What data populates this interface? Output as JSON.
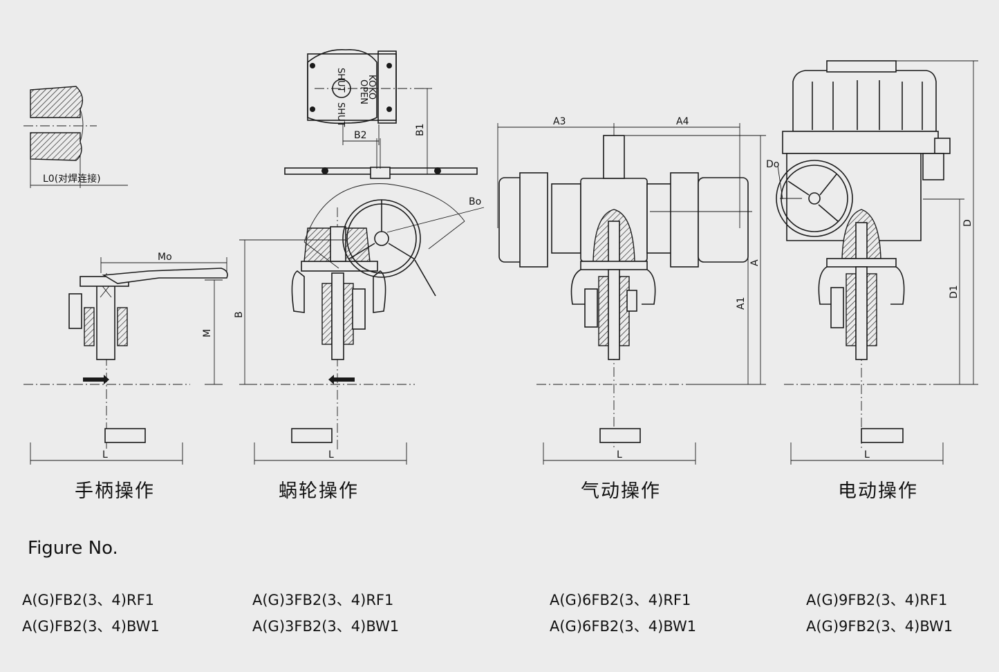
{
  "captions": {
    "manual": "手柄操作",
    "worm": "蜗轮操作",
    "pneumatic": "气动操作",
    "electric": "电动操作"
  },
  "figure_title": "Figure No.",
  "models": {
    "manual": [
      "A(G)FB2(3、4)RF1",
      "A(G)FB2(3、4)BW1"
    ],
    "worm": [
      "A(G)3FB2(3、4)RF1",
      "A(G)3FB2(3、4)BW1"
    ],
    "pneumatic": [
      "A(G)6FB2(3、4)RF1",
      "A(G)6FB2(3、4)BW1"
    ],
    "electric": [
      "A(G)9FB2(3、4)RF1",
      "A(G)9FB2(3、4)BW1"
    ]
  },
  "dims": {
    "L0": "L0(对焊连接)",
    "L": "L",
    "Mo": "Mo",
    "M": "M",
    "B": "B",
    "B1": "B1",
    "B2": "B2",
    "Bo": "Bo",
    "A": "A",
    "A1": "A1",
    "A3": "A3",
    "A4": "A4",
    "D": "D",
    "D1": "D1",
    "Do": "Do"
  },
  "gearbox_marks": {
    "shut_top": "SHUT",
    "shut_bottom": "SHUT",
    "open": "OPEN",
    "brand": "KOKO"
  },
  "colors": {
    "background": "#ececec",
    "ink": "#1a1a1a"
  }
}
